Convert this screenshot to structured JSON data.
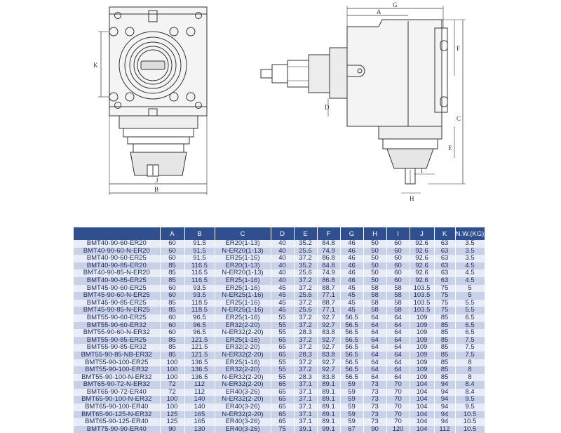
{
  "drawing": {
    "front_view_labels": {
      "width_inner": "J",
      "width_outer": "B",
      "height": "K"
    },
    "side_view_labels": {
      "overall": "G",
      "offset": "A",
      "right_height": "F",
      "body_height": "C",
      "collet_dia": "D",
      "lower": "E",
      "spigot": "I",
      "bottom": "H"
    }
  },
  "table": {
    "headers": [
      "",
      "A",
      "B",
      "C",
      "D",
      "E",
      "F",
      "G",
      "H",
      "I",
      "J",
      "K",
      "N.W.(KG)"
    ],
    "rows": [
      [
        "BMT40-90-60-ER20",
        "60",
        "91.5",
        "ER20(1-13)",
        "40",
        "35.2",
        "84.8",
        "46",
        "50",
        "60",
        "92.6",
        "63",
        "3.5"
      ],
      [
        "BMT40-90-60-N-ER20",
        "60",
        "91.5",
        "N-ER20(1-13)",
        "40",
        "25.6",
        "74.9",
        "46",
        "50",
        "60",
        "92.6",
        "63",
        "3.5"
      ],
      [
        "BMT40-90-60-ER25",
        "60",
        "91.5",
        "ER25(1-16)",
        "40",
        "37.2",
        "86.8",
        "46",
        "50",
        "60",
        "92.6",
        "63",
        "3.5"
      ],
      [
        "BMT40-90-85-ER20",
        "85",
        "116.5",
        "ER20(1-13)",
        "40",
        "35.2",
        "84.8",
        "46",
        "50",
        "60",
        "92.6",
        "63",
        "4.5"
      ],
      [
        "BMT40-90-85-N-ER20",
        "85",
        "116.5",
        "N-ER20(1-13)",
        "40",
        "25.6",
        "74.9",
        "46",
        "50",
        "60",
        "92.6",
        "63",
        "4.5"
      ],
      [
        "BMT40-90-85-ER25",
        "85",
        "116.5",
        "ER25(1-16)",
        "40",
        "37.2",
        "86.8",
        "46",
        "50",
        "60",
        "92.6",
        "63",
        "4.5"
      ],
      [
        "BMT45-90-60-ER25",
        "60",
        "93.5",
        "ER25(1-16)",
        "45",
        "37.2",
        "88.7",
        "45",
        "58",
        "58",
        "103.5",
        "75",
        "5"
      ],
      [
        "BMT45-90-60-N-ER25",
        "60",
        "93.5",
        "N-ER25(1-16)",
        "45",
        "25.6",
        "77.1",
        "45",
        "58",
        "58",
        "103.5",
        "75",
        "5"
      ],
      [
        "BMT45-90-85-ER25",
        "85",
        "118.5",
        "ER25(1-16)",
        "45",
        "37.2",
        "88.7",
        "45",
        "58",
        "58",
        "103.5",
        "75",
        "5.5"
      ],
      [
        "BMT45-90-85-N-ER25",
        "85",
        "118.5",
        "N-ER25(1-16)",
        "45",
        "25.6",
        "77.1",
        "45",
        "58",
        "58",
        "103.5",
        "75",
        "5.5"
      ],
      [
        "BMT55-90-60-ER25",
        "60",
        "96.5",
        "ER25(1-16)",
        "55",
        "37.2",
        "92.7",
        "56.5",
        "64",
        "64",
        "109",
        "85",
        "6.5"
      ],
      [
        "BMT55-90-60-ER32",
        "60",
        "96.5",
        "ER32(2-20)",
        "55",
        "37.2",
        "92.7",
        "56.5",
        "64",
        "64",
        "109",
        "85",
        "6.5"
      ],
      [
        "BMT55-90-60-N-ER32",
        "60",
        "96.5",
        "N-ER32(2-20)",
        "55",
        "28.3",
        "83.8",
        "56.5",
        "64",
        "64",
        "109",
        "85",
        "6.5"
      ],
      [
        "BMT55-90-85-ER25",
        "85",
        "121.5",
        "ER25(1-16)",
        "65",
        "37.2",
        "92.7",
        "56.5",
        "64",
        "64",
        "109",
        "85",
        "7.5"
      ],
      [
        "BMT55-90-85-ER32",
        "85",
        "121.5",
        "ER32(2-20)",
        "65",
        "37.2",
        "92.7",
        "56.5",
        "64",
        "64",
        "109",
        "85",
        "7.5"
      ],
      [
        "BMT55-90-85-NB-ER32",
        "85",
        "121.5",
        "N-ER32(2-20)",
        "65",
        "28.3",
        "83.8",
        "56.5",
        "64",
        "64",
        "109",
        "85",
        "7.5"
      ],
      [
        "BMT55-90-100-ER25",
        "100",
        "136.5",
        "ER25(1-16)",
        "55",
        "37.2",
        "92.7",
        "56.5",
        "64",
        "64",
        "109",
        "85",
        "8"
      ],
      [
        "BMT55-90-100-ER32",
        "100",
        "136.5",
        "ER32(2-20)",
        "55",
        "37.2",
        "92.7",
        "56.5",
        "64",
        "64",
        "109",
        "85",
        "8"
      ],
      [
        "BMT55-90-100-N-ER32",
        "100",
        "136.5",
        "N-ER32(2-20)",
        "55",
        "28.3",
        "83.8",
        "56.5",
        "64",
        "64",
        "109",
        "85",
        "8"
      ],
      [
        "BMT65-90-72-N-ER32",
        "72",
        "112",
        "N-ER32(2-20)",
        "65",
        "37.1",
        "89.1",
        "59",
        "73",
        "70",
        "104",
        "94",
        "8.4"
      ],
      [
        "BMT65-90-72-ER40",
        "72",
        "112",
        "ER40(3-26)",
        "65",
        "37.1",
        "89.1",
        "59",
        "73",
        "70",
        "104",
        "94",
        "8.4"
      ],
      [
        "BMT65-90-100-N-ER32",
        "100",
        "140",
        "N-ER32(2-20)",
        "65",
        "37.1",
        "89.1",
        "59",
        "73",
        "70",
        "104",
        "94",
        "9.5"
      ],
      [
        "BMT65-90-100-ER40",
        "100",
        "140",
        "ER40(3-26)",
        "65",
        "37.1",
        "89.1",
        "59",
        "73",
        "70",
        "104",
        "94",
        "9.5"
      ],
      [
        "BMT65-90-125-N-ER32",
        "125",
        "165",
        "N-ER32(2-20)",
        "65",
        "37.1",
        "89.1",
        "59",
        "73",
        "70",
        "104",
        "94",
        "10.5"
      ],
      [
        "BMT65-90-125-ER40",
        "125",
        "165",
        "ER40(3-26)",
        "65",
        "37.1",
        "89.1",
        "59",
        "73",
        "70",
        "104",
        "94",
        "10.5"
      ],
      [
        "BMT75-90-90-ER40",
        "90",
        "130",
        "ER40(3-26)",
        "75",
        "39.1",
        "99.1",
        "67",
        "90",
        "120",
        "104",
        "112",
        "10.5"
      ]
    ]
  }
}
